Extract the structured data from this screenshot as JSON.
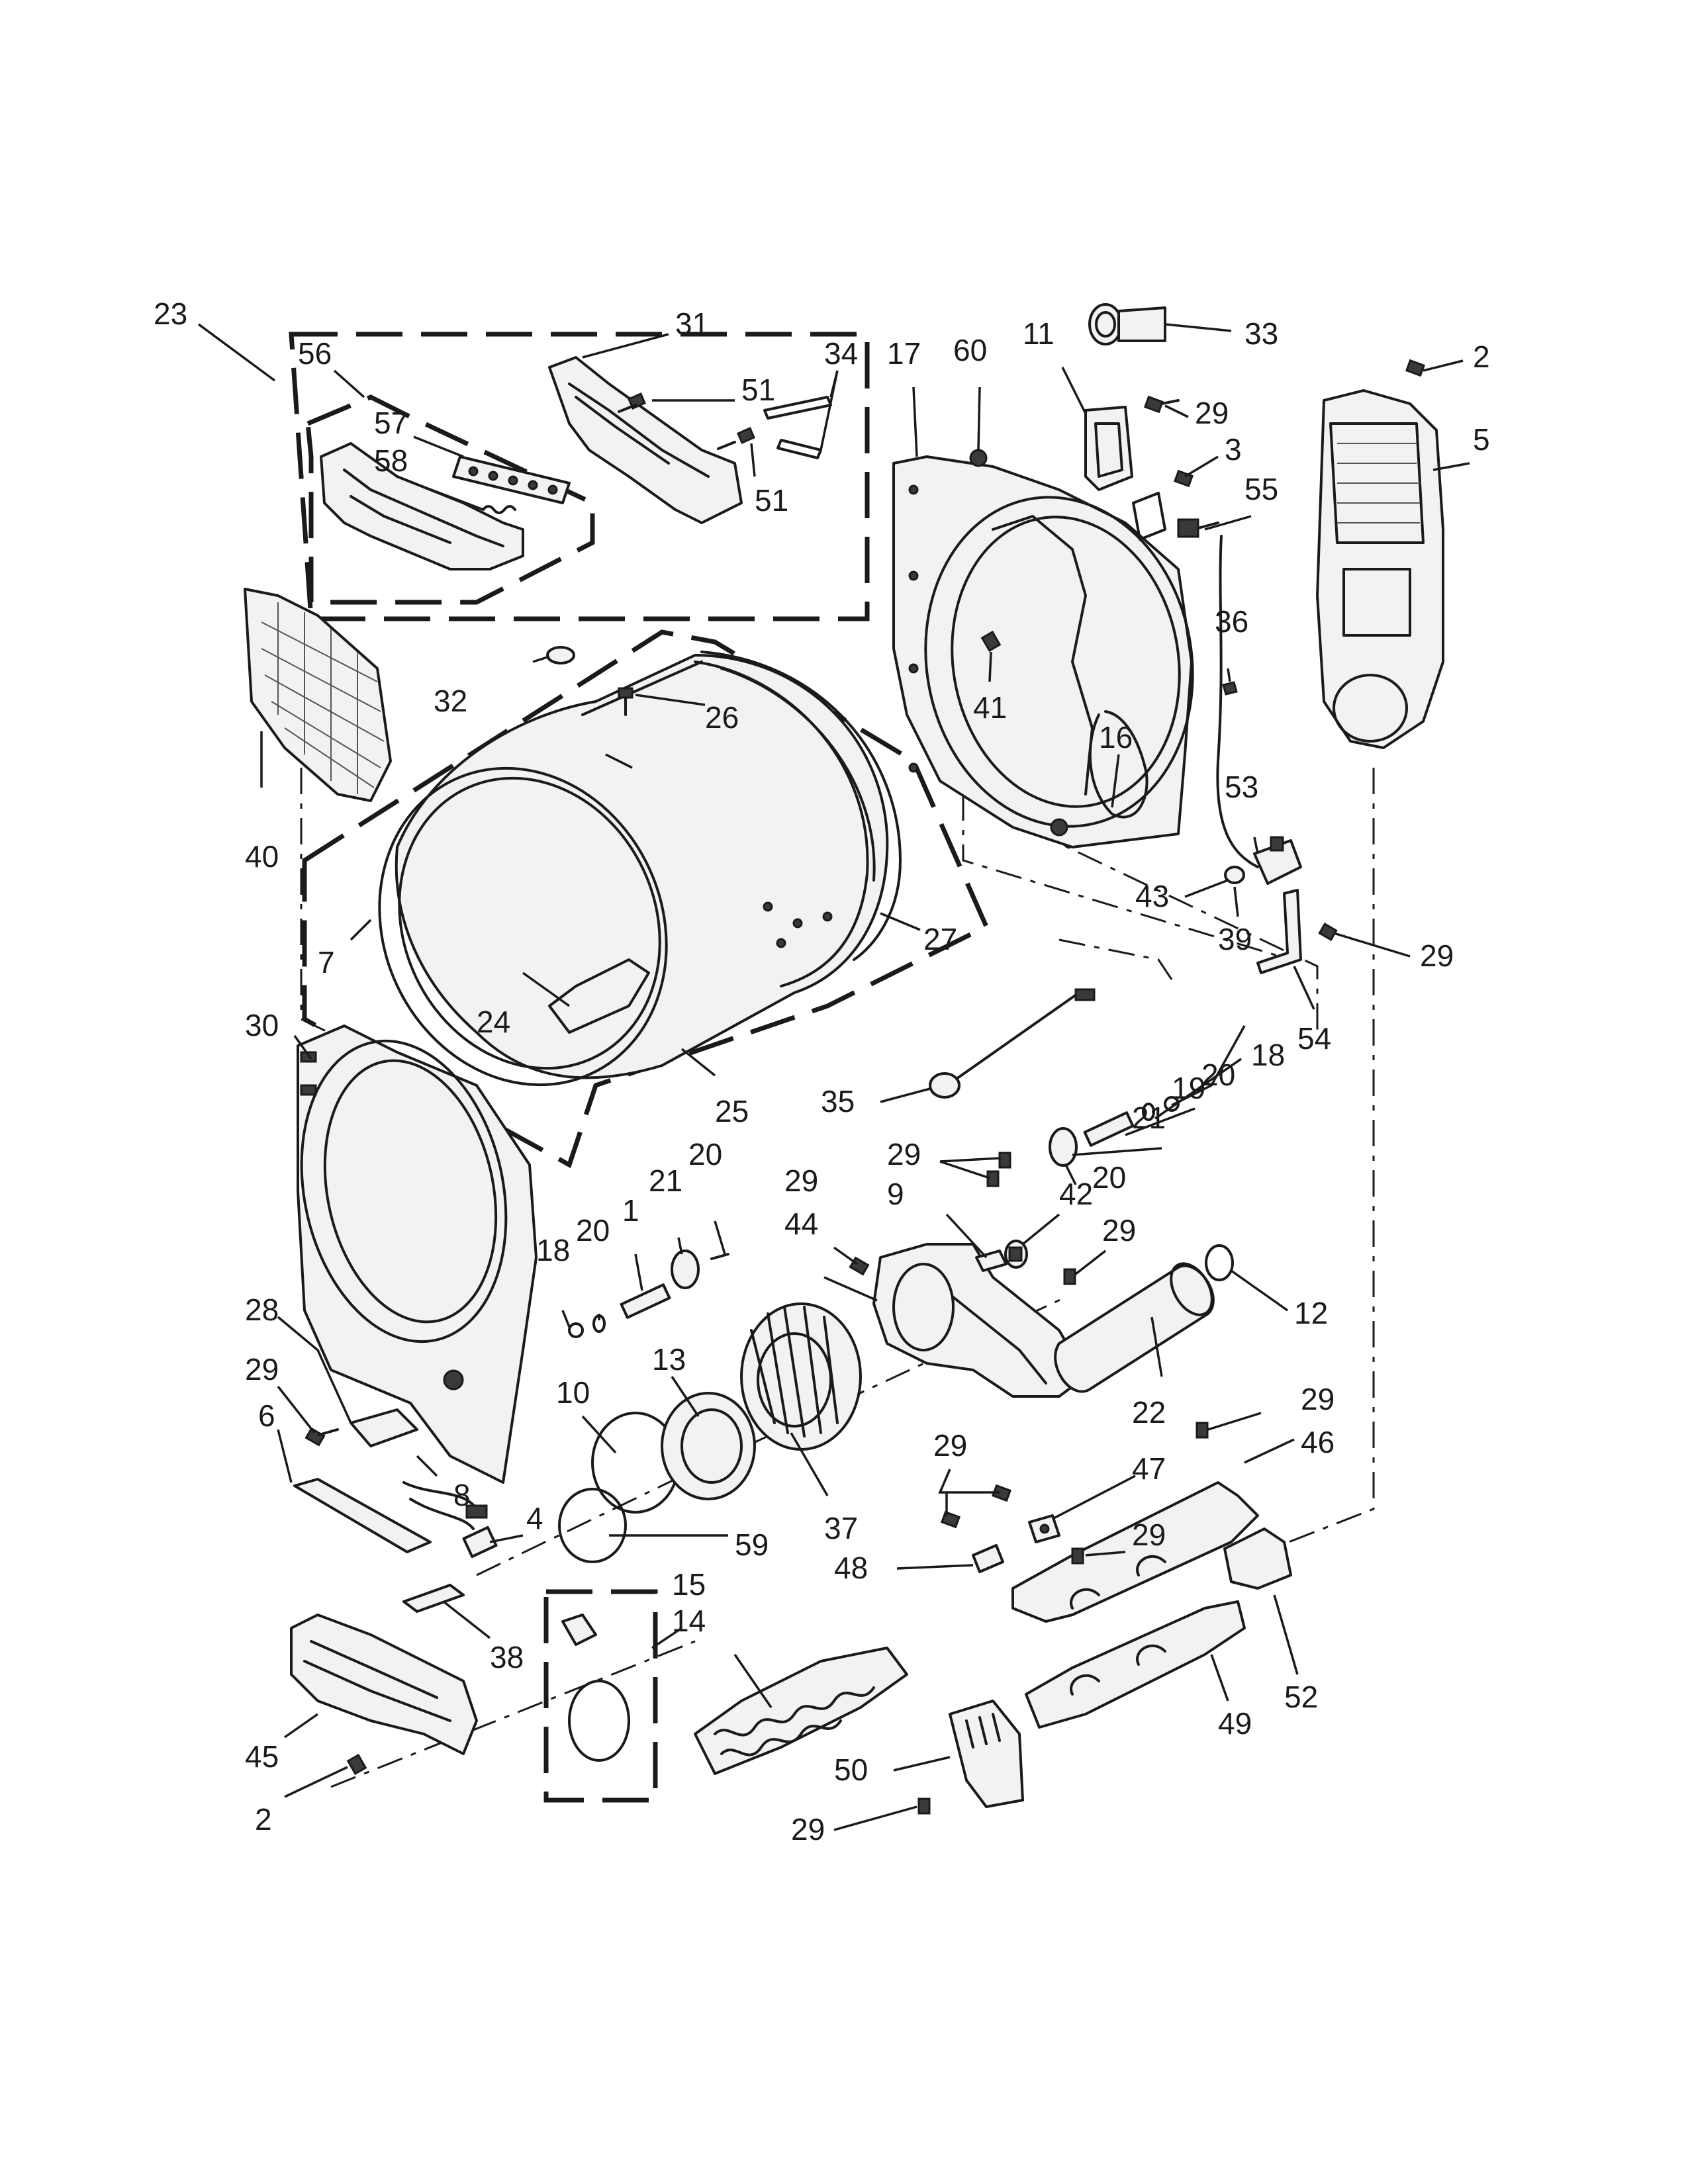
{
  "diagram": {
    "callouts": [
      {
        "id": "c1",
        "label": "1"
      },
      {
        "id": "c2a",
        "label": "2"
      },
      {
        "id": "c2b",
        "label": "2"
      },
      {
        "id": "c3",
        "label": "3"
      },
      {
        "id": "c4",
        "label": "4"
      },
      {
        "id": "c5",
        "label": "5"
      },
      {
        "id": "c6",
        "label": "6"
      },
      {
        "id": "c7",
        "label": "7"
      },
      {
        "id": "c8",
        "label": "8"
      },
      {
        "id": "c9",
        "label": "9"
      },
      {
        "id": "c10",
        "label": "10"
      },
      {
        "id": "c11",
        "label": "11"
      },
      {
        "id": "c12",
        "label": "12"
      },
      {
        "id": "c13",
        "label": "13"
      },
      {
        "id": "c14",
        "label": "14"
      },
      {
        "id": "c15",
        "label": "15"
      },
      {
        "id": "c16",
        "label": "16"
      },
      {
        "id": "c17",
        "label": "17"
      },
      {
        "id": "c18a",
        "label": "18"
      },
      {
        "id": "c18b",
        "label": "18"
      },
      {
        "id": "c19",
        "label": "19"
      },
      {
        "id": "c20a",
        "label": "20"
      },
      {
        "id": "c20b",
        "label": "20"
      },
      {
        "id": "c20c",
        "label": "20"
      },
      {
        "id": "c20d",
        "label": "20"
      },
      {
        "id": "c21a",
        "label": "21"
      },
      {
        "id": "c21b",
        "label": "21"
      },
      {
        "id": "c22",
        "label": "22"
      },
      {
        "id": "c23",
        "label": "23"
      },
      {
        "id": "c24",
        "label": "24"
      },
      {
        "id": "c25",
        "label": "25"
      },
      {
        "id": "c26",
        "label": "26"
      },
      {
        "id": "c27",
        "label": "27"
      },
      {
        "id": "c28",
        "label": "28"
      },
      {
        "id": "c29a",
        "label": "29"
      },
      {
        "id": "c29b",
        "label": "29"
      },
      {
        "id": "c29c",
        "label": "29"
      },
      {
        "id": "c29d",
        "label": "29"
      },
      {
        "id": "c29e",
        "label": "29"
      },
      {
        "id": "c29f",
        "label": "29"
      },
      {
        "id": "c29g",
        "label": "29"
      },
      {
        "id": "c29h",
        "label": "29"
      },
      {
        "id": "c29i",
        "label": "29"
      },
      {
        "id": "c29j",
        "label": "29"
      },
      {
        "id": "c30",
        "label": "30"
      },
      {
        "id": "c31",
        "label": "31"
      },
      {
        "id": "c32",
        "label": "32"
      },
      {
        "id": "c33",
        "label": "33"
      },
      {
        "id": "c34",
        "label": "34"
      },
      {
        "id": "c35",
        "label": "35"
      },
      {
        "id": "c36",
        "label": "36"
      },
      {
        "id": "c37",
        "label": "37"
      },
      {
        "id": "c38",
        "label": "38"
      },
      {
        "id": "c39",
        "label": "39"
      },
      {
        "id": "c40",
        "label": "40"
      },
      {
        "id": "c41",
        "label": "41"
      },
      {
        "id": "c42",
        "label": "42"
      },
      {
        "id": "c43",
        "label": "43"
      },
      {
        "id": "c44",
        "label": "44"
      },
      {
        "id": "c45",
        "label": "45"
      },
      {
        "id": "c46",
        "label": "46"
      },
      {
        "id": "c47",
        "label": "47"
      },
      {
        "id": "c48",
        "label": "48"
      },
      {
        "id": "c49",
        "label": "49"
      },
      {
        "id": "c50",
        "label": "50"
      },
      {
        "id": "c51a",
        "label": "51"
      },
      {
        "id": "c51b",
        "label": "51"
      },
      {
        "id": "c52",
        "label": "52"
      },
      {
        "id": "c53",
        "label": "53"
      },
      {
        "id": "c54",
        "label": "54"
      },
      {
        "id": "c55",
        "label": "55"
      },
      {
        "id": "c56",
        "label": "56"
      },
      {
        "id": "c57",
        "label": "57"
      },
      {
        "id": "c58",
        "label": "58"
      },
      {
        "id": "c59",
        "label": "59"
      },
      {
        "id": "c60",
        "label": "60"
      }
    ]
  }
}
